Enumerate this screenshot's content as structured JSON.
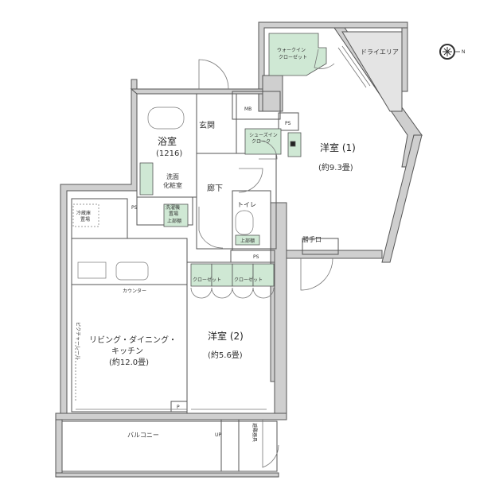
{
  "rooms": {
    "walk_in_closet": [
      "ウォークイン",
      "クローゼット"
    ],
    "dry_area": "ドライエリア",
    "mb": "MB",
    "ps_top": "PS",
    "entrance": "玄関",
    "shoes_in_closet": [
      "シューズイン",
      "クローク"
    ],
    "bathroom": "浴室",
    "bathroom_size": "(1216)",
    "washroom": [
      "洗面",
      "化粧室"
    ],
    "hallway": "廊下",
    "toilet": "トイレ",
    "toilet_shelf": "上部棚",
    "western_room_1": "洋室 (1)",
    "western_room_1_size": "(約9.3畳)",
    "back_door": "勝手口",
    "ps_left": "PS",
    "fridge": [
      "冷蔵庫",
      "置場"
    ],
    "washer": [
      "洗濯機",
      "置場",
      "上部棚"
    ],
    "ps_mid": "PS",
    "counter": "カウンター",
    "picture_rail": "ピクチャーレール",
    "ldk": [
      "リビング・ダイニング・",
      "キッチン"
    ],
    "ldk_size": "(約12.0畳)",
    "closet": "クローゼット",
    "western_room_2": "洋室 (2)",
    "western_room_2_size": "(約5.6畳)",
    "p": "P",
    "balcony": "バルコニー",
    "up": "UP",
    "evacuation": "避難器具"
  },
  "compass": {
    "icon": "compass-icon",
    "label": "N"
  },
  "colors": {
    "storage": "#cfe8d4",
    "wall": "#cfcfcf"
  }
}
